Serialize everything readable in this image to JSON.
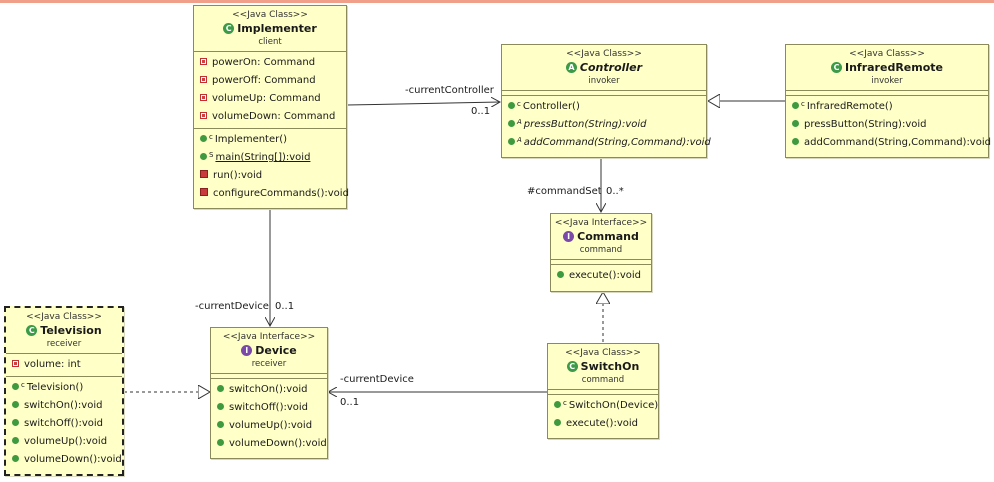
{
  "classes": {
    "implementer": {
      "stereotype": "<<Java Class>>",
      "name": "Implementer",
      "package": "client",
      "fields": [
        "powerOn: Command",
        "powerOff: Command",
        "volumeUp: Command",
        "volumeDown: Command"
      ],
      "methods": [
        "Implementer()",
        "main(String[]):void",
        "run():void",
        "configureCommands():void"
      ]
    },
    "controller": {
      "stereotype": "<<Java Class>>",
      "name": "Controller",
      "package": "invoker",
      "methods": [
        "Controller()",
        "pressButton(String):void",
        "addCommand(String,Command):void"
      ]
    },
    "infrared_remote": {
      "stereotype": "<<Java Class>>",
      "name": "InfraredRemote",
      "package": "invoker",
      "methods": [
        "InfraredRemote()",
        "pressButton(String):void",
        "addCommand(String,Command):void"
      ]
    },
    "command": {
      "stereotype": "<<Java Interface>>",
      "name": "Command",
      "package": "command",
      "methods": [
        "execute():void"
      ]
    },
    "television": {
      "stereotype": "<<Java Class>>",
      "name": "Television",
      "package": "receiver",
      "fields": [
        "volume: int"
      ],
      "methods": [
        "Television()",
        "switchOn():void",
        "switchOff():void",
        "volumeUp():void",
        "volumeDown():void"
      ]
    },
    "device": {
      "stereotype": "<<Java Interface>>",
      "name": "Device",
      "package": "receiver",
      "methods": [
        "switchOn():void",
        "switchOff():void",
        "volumeUp():void",
        "volumeDown():void"
      ]
    },
    "switch_on": {
      "stereotype": "<<Java Class>>",
      "name": "SwitchOn",
      "package": "command",
      "methods": [
        "SwitchOn(Device)",
        "execute():void"
      ]
    }
  },
  "icons": {
    "class": "C",
    "abstract_class": "A",
    "interface": "I",
    "constructor_marker": "c",
    "abstract_marker": "A",
    "static_marker": "S"
  },
  "associations": {
    "implementer_controller": {
      "role": "-currentController",
      "multiplicity": "0..1"
    },
    "controller_command": {
      "role": "#commandSet",
      "multiplicity": "0..*"
    },
    "implementer_device": {
      "role": "-currentDevice",
      "multiplicity": "0..1"
    },
    "switchon_device": {
      "role": "-currentDevice",
      "multiplicity": "0..1"
    }
  },
  "colors": {
    "box_fill": "#ffffc8",
    "box_border": "#8a8a5a",
    "public_method": "#3f9a3f",
    "private_method": "#c93a3a",
    "class_icon": "#3c9a48",
    "interface_icon": "#7b4aa8"
  }
}
